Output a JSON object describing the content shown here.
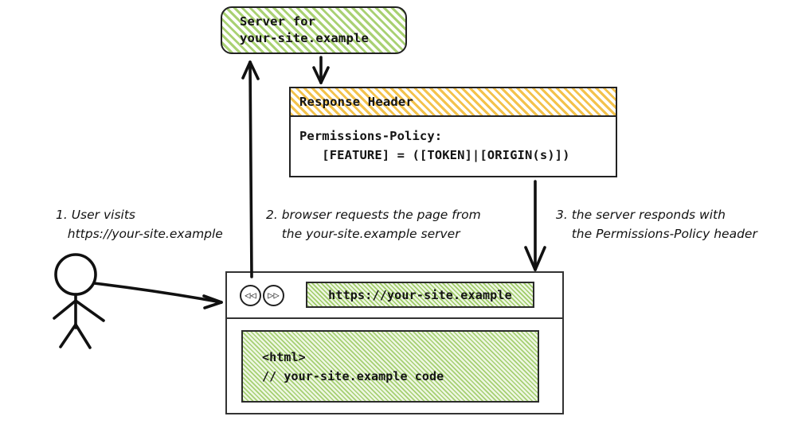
{
  "server": {
    "line1": "Server for",
    "line2": "your-site.example",
    "fill_color": "#a9d173"
  },
  "response_header": {
    "band_title": "Response Header",
    "band_color": "#f3c24b",
    "body_line1": "Permissions-Policy:",
    "body_line2": "   [FEATURE] = ([TOKEN]|[ORIGIN(s)])"
  },
  "captions": {
    "step1_line1": "1. User visits",
    "step1_line2": "   https://your-site.example",
    "step2_line1": "2. browser requests the page from",
    "step2_line2": "    the your-site.example server",
    "step3_line1": "3. the server responds with",
    "step3_line2": "    the Permissions-Policy header"
  },
  "browser": {
    "back_icon": "back-icon",
    "forward_icon": "forward-icon",
    "back_glyph": "◁◁",
    "forward_glyph": "▷▷",
    "url_value": "https://your-site.example",
    "url_placeholder": "https://your-site.example",
    "page_line1": "<html>",
    "page_line2": "// your-site.example code",
    "fill_color": "#a5cf72"
  },
  "actor": {
    "name": "user-stick-figure"
  },
  "arrows": {
    "user_to_browser": "user-to-browser-arrow",
    "browser_to_server": "browser-to-server-arrow",
    "server_to_response": "server-to-response-arrow",
    "response_to_browser": "response-to-browser-arrow"
  }
}
